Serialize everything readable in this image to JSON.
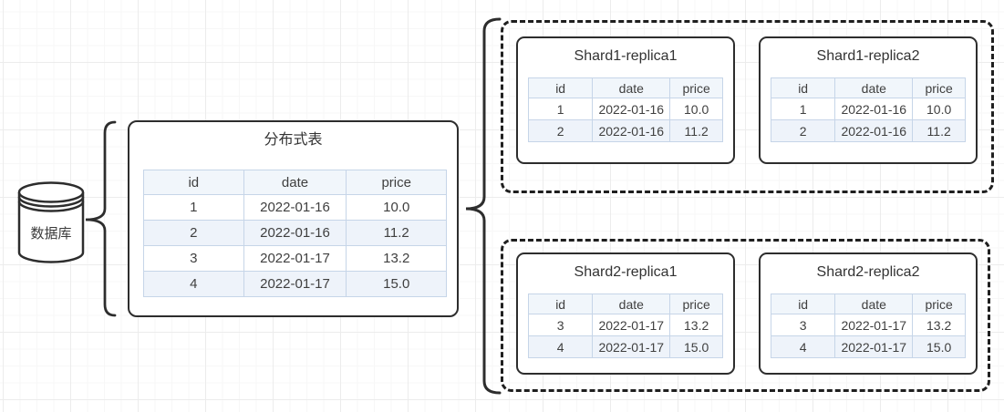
{
  "database": {
    "label": "数据库"
  },
  "distributed_table": {
    "title": "分布式表",
    "table": {
      "columns": [
        "id",
        "date",
        "price"
      ],
      "rows": [
        [
          "1",
          "2022-01-16",
          "10.0"
        ],
        [
          "2",
          "2022-01-16",
          "11.2"
        ],
        [
          "3",
          "2022-01-17",
          "13.2"
        ],
        [
          "4",
          "2022-01-17",
          "15.0"
        ]
      ]
    }
  },
  "shard_groups": [
    {
      "replicas": [
        {
          "title": "Shard1-replica1",
          "table": {
            "columns": [
              "id",
              "date",
              "price"
            ],
            "rows": [
              [
                "1",
                "2022-01-16",
                "10.0"
              ],
              [
                "2",
                "2022-01-16",
                "11.2"
              ]
            ]
          }
        },
        {
          "title": "Shard1-replica2",
          "table": {
            "columns": [
              "id",
              "date",
              "price"
            ],
            "rows": [
              [
                "1",
                "2022-01-16",
                "10.0"
              ],
              [
                "2",
                "2022-01-16",
                "11.2"
              ]
            ]
          }
        }
      ]
    },
    {
      "replicas": [
        {
          "title": "Shard2-replica1",
          "table": {
            "columns": [
              "id",
              "date",
              "price"
            ],
            "rows": [
              [
                "3",
                "2022-01-17",
                "13.2"
              ],
              [
                "4",
                "2022-01-17",
                "15.0"
              ]
            ]
          }
        },
        {
          "title": "Shard2-replica2",
          "table": {
            "columns": [
              "id",
              "date",
              "price"
            ],
            "rows": [
              [
                "3",
                "2022-01-17",
                "13.2"
              ],
              [
                "4",
                "2022-01-17",
                "15.0"
              ]
            ]
          }
        }
      ]
    }
  ],
  "colors": {
    "stroke": "#2d2d2d",
    "table-border": "#c6d5e8",
    "table-header-bg": "#f1f6fb",
    "table-alt-row-bg": "#eef3fa",
    "text": "#3d3d3d"
  }
}
